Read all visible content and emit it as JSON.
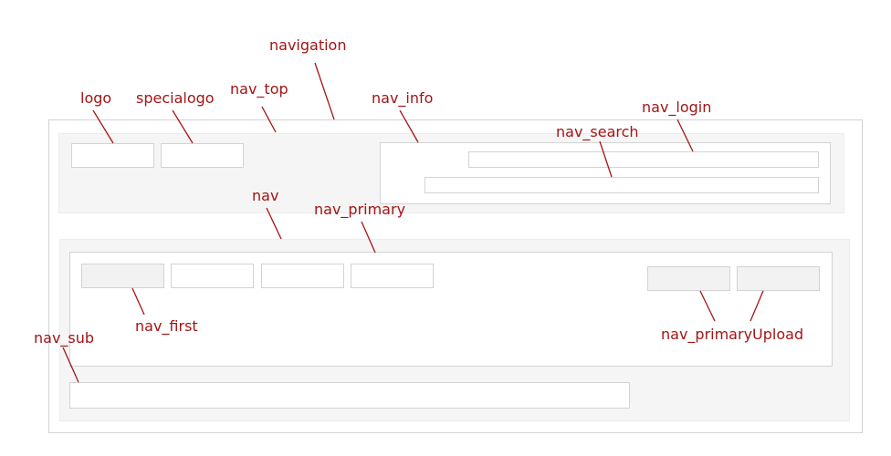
{
  "labels": {
    "navigation": "navigation",
    "logo": "logo",
    "specialogo": "specialogo",
    "nav_top": "nav_top",
    "nav_info": "nav_info",
    "nav_login": "nav_login",
    "nav_search": "nav_search",
    "nav": "nav",
    "nav_primary": "nav_primary",
    "nav_first": "nav_first",
    "nav_primaryUpload": "nav_primaryUpload",
    "nav_sub": "nav_sub"
  },
  "colors": {
    "annotation": "#a31515",
    "border": "#d3d3d3",
    "panel_fill": "#f5f5f5",
    "tab_fill": "#f2f2f2"
  }
}
